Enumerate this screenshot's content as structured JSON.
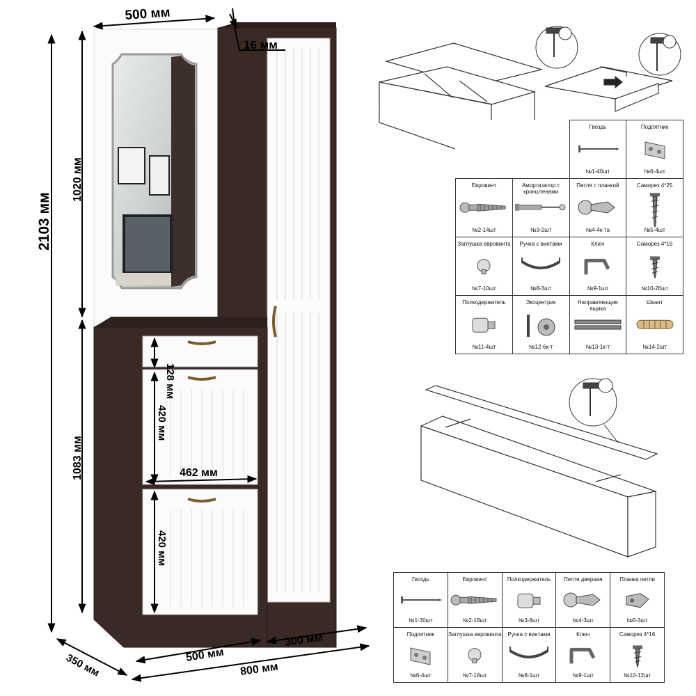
{
  "dimensions": {
    "top_width": "500 мм",
    "panel_thickness": "16 мм",
    "total_height": "2103 мм",
    "mirror_height": "1020 мм",
    "lower_height": "1083 мм",
    "drawer_height": "128 мм",
    "door_height_1": "420 мм",
    "door_height_2": "420 мм",
    "inner_width": "462 мм",
    "depth": "350 мм",
    "bottom_width_left": "500 мм",
    "bottom_width_right": "300 мм",
    "total_width": "800 мм"
  },
  "parts_table_1": [
    [
      {
        "title": "",
        "count": "",
        "icon": ""
      },
      {
        "title": "",
        "count": "",
        "icon": ""
      },
      {
        "title": "Гвоздь",
        "count": "№1-40шт",
        "icon": "nail-icon"
      },
      {
        "title": "Подпятник",
        "count": "№6-4шт",
        "icon": "foot-pad-icon"
      }
    ],
    [
      {
        "title": "Евровинт",
        "count": "№2-14шт",
        "icon": "euroscrew-icon"
      },
      {
        "title": "Амортизатор с кронштенами",
        "count": "№3-2шт",
        "icon": "gas-spring-icon"
      },
      {
        "title": "Петля с планкой",
        "count": "№4-4к-та",
        "icon": "hinge-icon"
      },
      {
        "title": "Саморез 4*25",
        "count": "№5-4шт",
        "icon": "long-screw-icon"
      }
    ],
    [
      {
        "title": "Заглушка евровинта",
        "count": "№7-10шт",
        "icon": "cap-icon"
      },
      {
        "title": "Ручка с винтами",
        "count": "№8-3шт",
        "icon": "handle-icon"
      },
      {
        "title": "Ключ",
        "count": "№9-1шт",
        "icon": "hex-key-icon"
      },
      {
        "title": "Саморез 4*16",
        "count": "№10-26шт",
        "icon": "short-screw-icon"
      }
    ],
    [
      {
        "title": "Полкодержатель",
        "count": "№11-4шт",
        "icon": "shelf-pin-icon"
      },
      {
        "title": "Эксцентрик",
        "count": "№12-6к-т",
        "icon": "cam-lock-icon"
      },
      {
        "title": "Направляющие ящика",
        "count": "№13-1к-т",
        "icon": "drawer-slide-icon"
      },
      {
        "title": "Шкант",
        "count": "№14-2шт",
        "icon": "dowel-icon"
      }
    ]
  ],
  "parts_table_2": [
    [
      {
        "title": "Гвоздь",
        "count": "№1-30шт",
        "icon": "nail-icon"
      },
      {
        "title": "Евровинт",
        "count": "№2-18шт",
        "icon": "euroscrew-icon"
      },
      {
        "title": "Полкодержатель",
        "count": "№3-8шт",
        "icon": "shelf-pin-icon"
      },
      {
        "title": "Петля дверная",
        "count": "№4-3шт",
        "icon": "hinge-icon"
      },
      {
        "title": "Планка петли",
        "count": "№5-3шт",
        "icon": "hinge-plate-icon"
      }
    ],
    [
      {
        "title": "Подпятник",
        "count": "№6-4шт",
        "icon": "foot-pad-icon"
      },
      {
        "title": "Заглушка евровинта",
        "count": "№7-18шт",
        "icon": "cap-icon"
      },
      {
        "title": "Ручка с винтами",
        "count": "№8-1шт",
        "icon": "handle-icon"
      },
      {
        "title": "Ключ",
        "count": "№9-1шт",
        "icon": "hex-key-icon"
      },
      {
        "title": "Саморез 4*16",
        "count": "№10-12шт",
        "icon": "short-screw-icon"
      }
    ]
  ],
  "colors": {
    "wenge": "#3a2a26",
    "wenge_edge": "#241815",
    "white_panel": "#fbfbfb",
    "handle_bronze": "#7a5c2e"
  }
}
